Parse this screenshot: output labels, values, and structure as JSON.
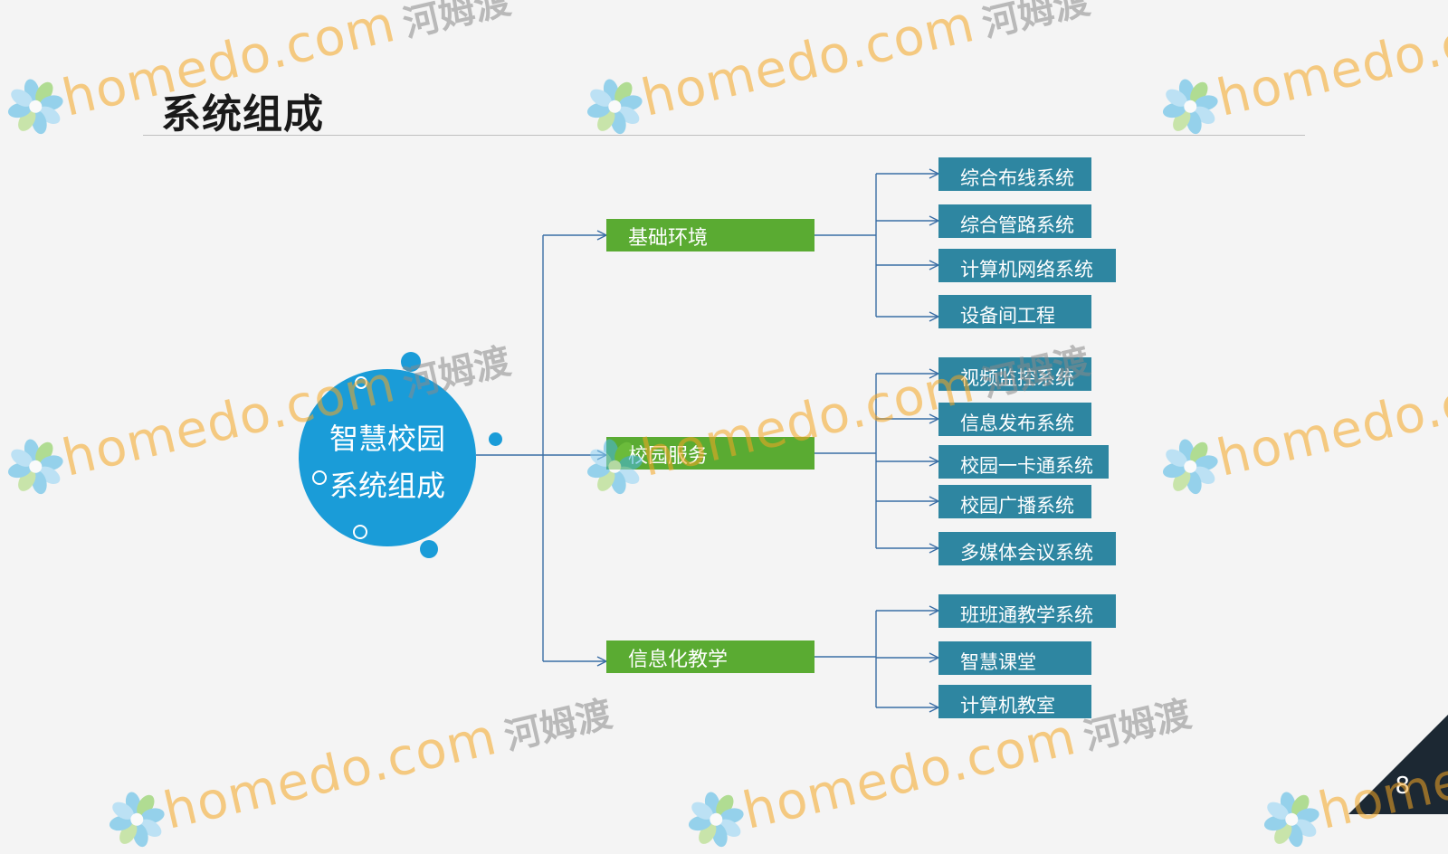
{
  "title": "系统组成",
  "center": {
    "line1": "智慧校园",
    "line2": "系统组成"
  },
  "categories": [
    {
      "label": "基础环境",
      "items": [
        "综合布线系统",
        "综合管路系统",
        "计算机网络系统",
        "设备间工程"
      ]
    },
    {
      "label": "校园服务",
      "items": [
        "视频监控系统",
        "信息发布系统",
        "校园一卡通系统",
        "校园广播系统",
        "多媒体会议系统"
      ]
    },
    {
      "label": "信息化教学",
      "items": [
        "班班通教学系统",
        "智慧课堂",
        "计算机教室"
      ]
    }
  ],
  "watermark": {
    "text": "homedo.com",
    "cn": "河姆渡"
  },
  "page_number": "8",
  "colors": {
    "circle": "#1a9cd8",
    "category": "#5aab32",
    "item": "#2e86a1",
    "connector": "#3a6ea5",
    "corner": "#1c2833"
  }
}
